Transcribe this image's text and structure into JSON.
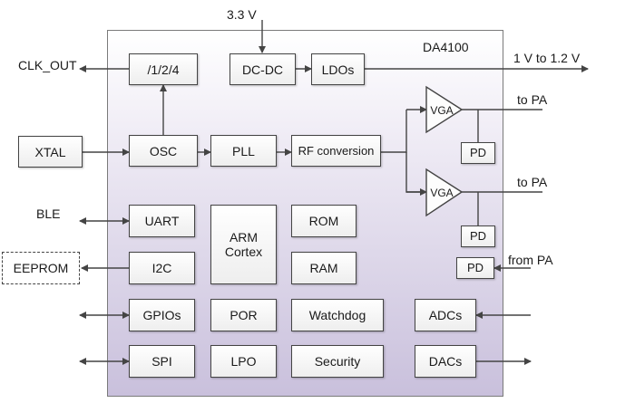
{
  "chip": {
    "name": "DA4100"
  },
  "labels": {
    "supply": "3.3 V",
    "clk_out": "CLK_OUT",
    "output_voltage": "1 V to 1.2 V",
    "to_pa_1": "to PA",
    "to_pa_2": "to PA",
    "from_pa": "from PA",
    "ble": "BLE"
  },
  "blocks": {
    "divider": "/1/2/4",
    "dcdc": "DC-DC",
    "ldos": "LDOs",
    "xtal": "XTAL",
    "osc": "OSC",
    "pll": "PLL",
    "rf_conversion": "RF conversion",
    "vga_1": "VGA",
    "vga_2": "VGA",
    "pd_1": "PD",
    "pd_2": "PD",
    "pd_3": "PD",
    "uart": "UART",
    "arm_line1": "ARM",
    "arm_line2": "Cortex",
    "rom": "ROM",
    "i2c": "I2C",
    "ram": "RAM",
    "eeprom": "EEPROM",
    "gpios": "GPIOs",
    "por": "POR",
    "watchdog": "Watchdog",
    "adcs": "ADCs",
    "spi": "SPI",
    "lpo": "LPO",
    "security": "Security",
    "dacs": "DACs"
  }
}
